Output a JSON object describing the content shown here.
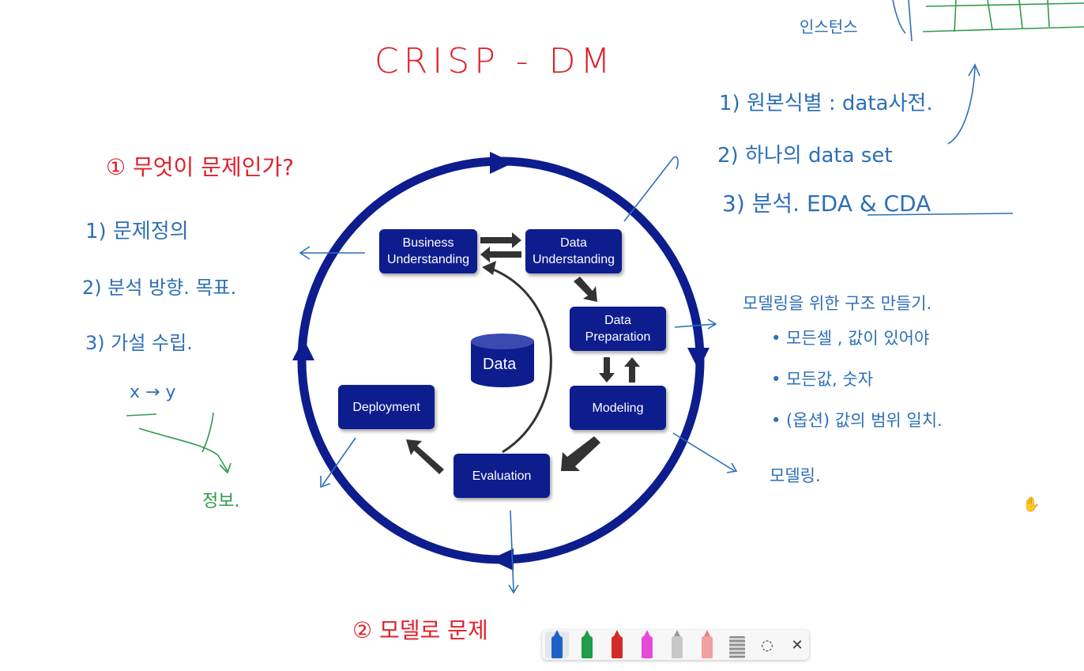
{
  "title": "CRISP - DM",
  "cycle": {
    "boxes": {
      "business": "Business\nUnderstanding",
      "data_understanding": "Data\nUnderstanding",
      "data_preparation": "Data\nPreparation",
      "modeling": "Modeling",
      "evaluation": "Evaluation",
      "deployment": "Deployment",
      "data_center": "Data"
    }
  },
  "left_notes": {
    "heading": "① 무엇이 문제인가?",
    "items": [
      "1) 문제정의",
      "2) 분석 방향. 목표.",
      "3) 가설 수립."
    ],
    "xy": "x → y",
    "info": "정보."
  },
  "top_right_notes": {
    "corner_text": "인스턴스",
    "items": [
      "1) 원본식별 : data사전.",
      "2) 하나의 data set",
      "3) 분석. EDA & CDA"
    ]
  },
  "right_notes": {
    "heading": "모델링을 위한 구조 만들기.",
    "bullets": [
      "• 모든셀 , 값이 있어야",
      "• 모든값, 숫자",
      "• (옵션) 값의 범위 일치."
    ],
    "modeling": "모델링."
  },
  "bottom_note": "② 모델로 문제",
  "toolbar": {
    "tools": [
      {
        "icon": "pen-blue-icon",
        "color": "#1e62c8"
      },
      {
        "icon": "pen-green-icon",
        "color": "#1f9d4a"
      },
      {
        "icon": "pen-red-icon",
        "color": "#d42a2a"
      },
      {
        "icon": "highlighter-pink-icon",
        "color": "#e54bd8"
      },
      {
        "icon": "eraser-icon",
        "color": "#9a9a9a"
      },
      {
        "icon": "highlighter-eraser-icon",
        "color": "#f08080"
      },
      {
        "icon": "ruler-icon",
        "color": "#777777"
      },
      {
        "icon": "lasso-select-icon",
        "color": "#333333"
      },
      {
        "icon": "close-icon",
        "color": "#333333"
      }
    ]
  },
  "colors": {
    "navy": "#0d1d8e",
    "red_ink": "#e0202a",
    "blue_ink": "#2d6fb8",
    "green_ink": "#2f9a4a"
  }
}
